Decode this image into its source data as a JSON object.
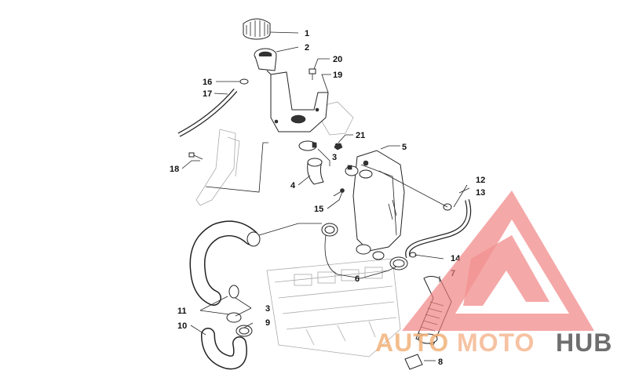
{
  "callouts": {
    "c1": "1",
    "c2": "2",
    "c3a": "3",
    "c3b": "3",
    "c4": "4",
    "c5": "5",
    "c6": "6",
    "c7": "7",
    "c8": "8",
    "c9": "9",
    "c10": "10",
    "c11": "11",
    "c12": "12",
    "c13": "13",
    "c14": "14",
    "c15": "15",
    "c16": "16",
    "c17": "17",
    "c18": "18",
    "c19": "19",
    "c20": "20",
    "c21": "21"
  },
  "watermark": {
    "part_a": "AUTO",
    "part_b": "MOTO",
    "part_c": "HUB",
    "colors": {
      "auto": "#f2b27a",
      "moto": "#f5b892",
      "hub": "#555555",
      "triangle": "#f08080"
    }
  }
}
